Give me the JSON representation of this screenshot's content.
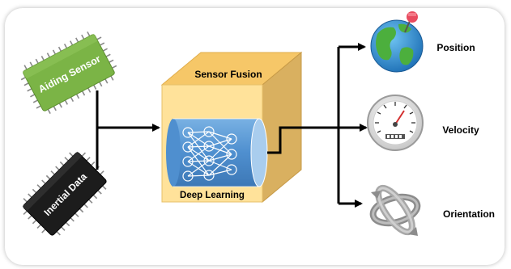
{
  "inputs": {
    "aiding_sensor_label": "Aiding Sensor",
    "inertial_data_label": "Inertial Data"
  },
  "fusion": {
    "title": "Sensor Fusion",
    "core_label": "Deep Learning"
  },
  "outputs": [
    {
      "label": "Position",
      "icon": "globe-pin-icon"
    },
    {
      "label": "Velocity",
      "icon": "speedometer-icon"
    },
    {
      "label": "Orientation",
      "icon": "rotation-axes-icon"
    }
  ],
  "colors": {
    "chip_green": "#7bb446",
    "chip_black": "#1c1c1c",
    "cube_front": "#ffe29a",
    "cube_side": "#d9b060",
    "cube_top": "#f6c768",
    "cylinder_blue": "#5b9bd5",
    "arrow": "#000000"
  }
}
